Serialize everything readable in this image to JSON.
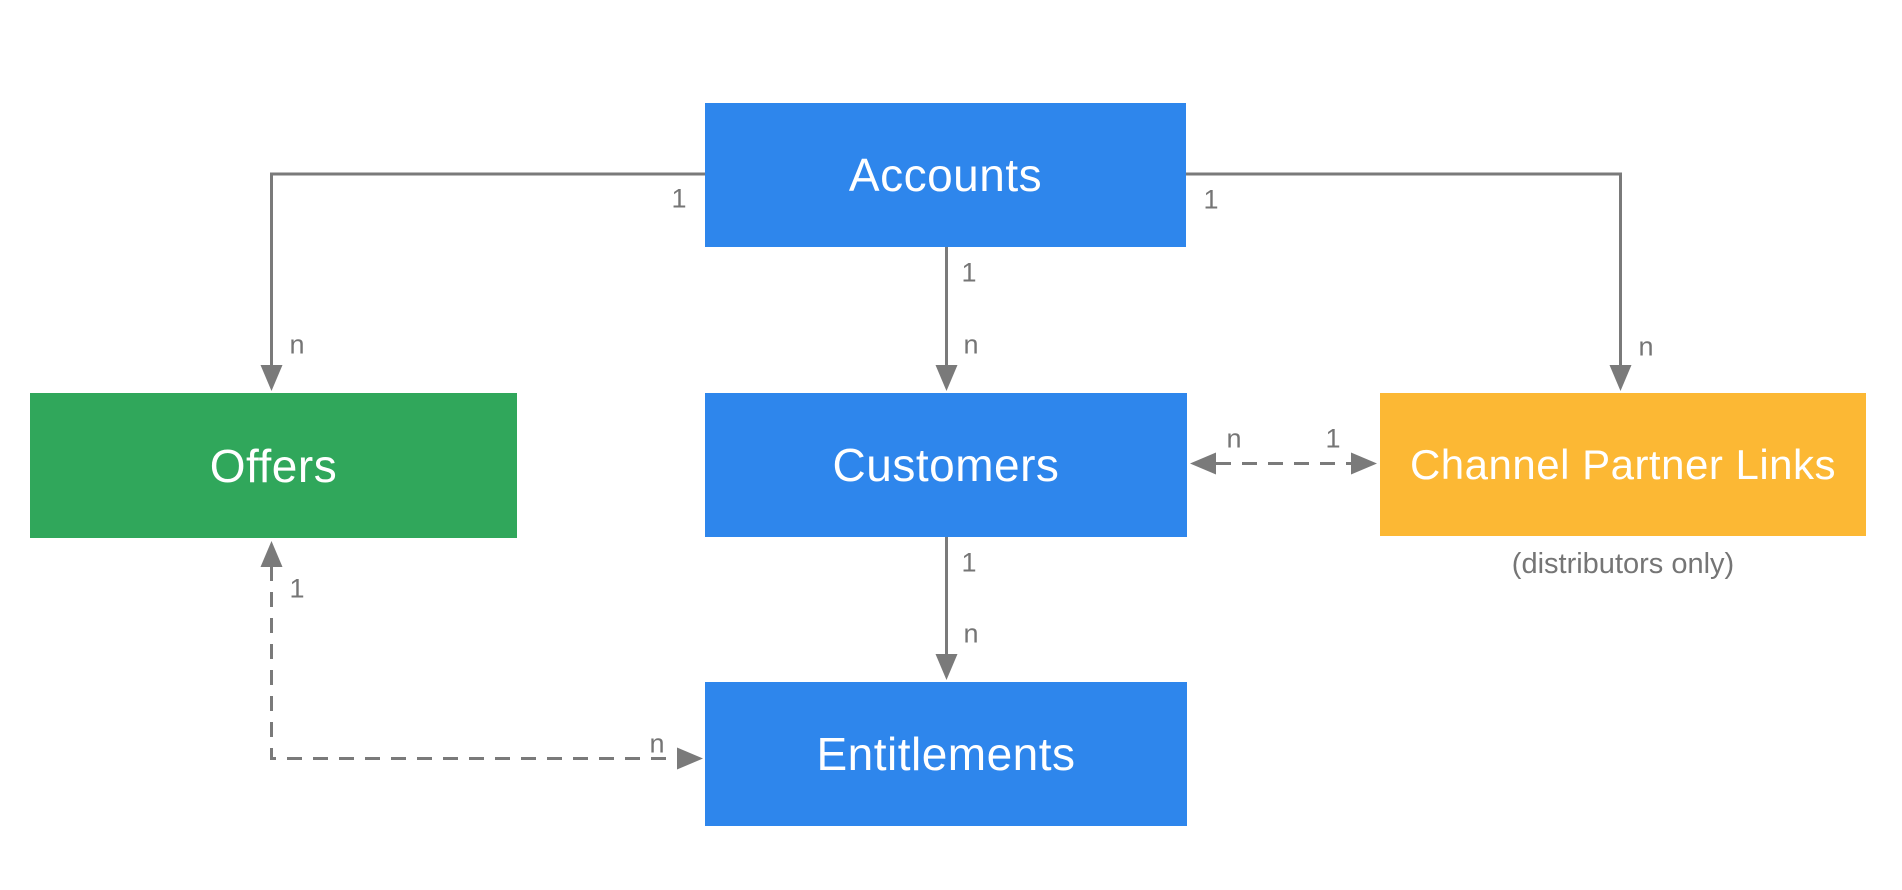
{
  "diagram": {
    "nodes": {
      "accounts": {
        "label": "Accounts",
        "color": "#2E86EC"
      },
      "offers": {
        "label": "Offers",
        "color": "#30A75B"
      },
      "customers": {
        "label": "Customers",
        "color": "#2E86EC"
      },
      "channel_partner_links": {
        "label": "Channel Partner Links",
        "color": "#FCB834",
        "caption": "(distributors only)"
      },
      "entitlements": {
        "label": "Entitlements",
        "color": "#2E86EC"
      }
    },
    "edges": {
      "accounts_offers": {
        "style": "solid",
        "source_label": "1",
        "target_label": "n"
      },
      "accounts_customers": {
        "style": "solid",
        "source_label": "1",
        "target_label": "n"
      },
      "accounts_channel_partner_links": {
        "style": "solid",
        "source_label": "1",
        "target_label": "n"
      },
      "customers_entitlements": {
        "style": "solid",
        "source_label": "1",
        "target_label": "n"
      },
      "customers_channel_partner_links": {
        "style": "dashed",
        "customers_side_label": "n",
        "channel_partner_links_side_label": "1"
      },
      "offers_entitlements": {
        "style": "dashed",
        "offers_side_label": "1",
        "entitlements_side_label": "n"
      }
    },
    "colors": {
      "node_blue": "#2E86EC",
      "node_green": "#30A75B",
      "node_yellow": "#FCB834",
      "connector_gray": "#7A7A7A",
      "edge_label_gray": "#757575",
      "node_text": "#FFFFFF",
      "background": "#FFFFFF"
    }
  }
}
